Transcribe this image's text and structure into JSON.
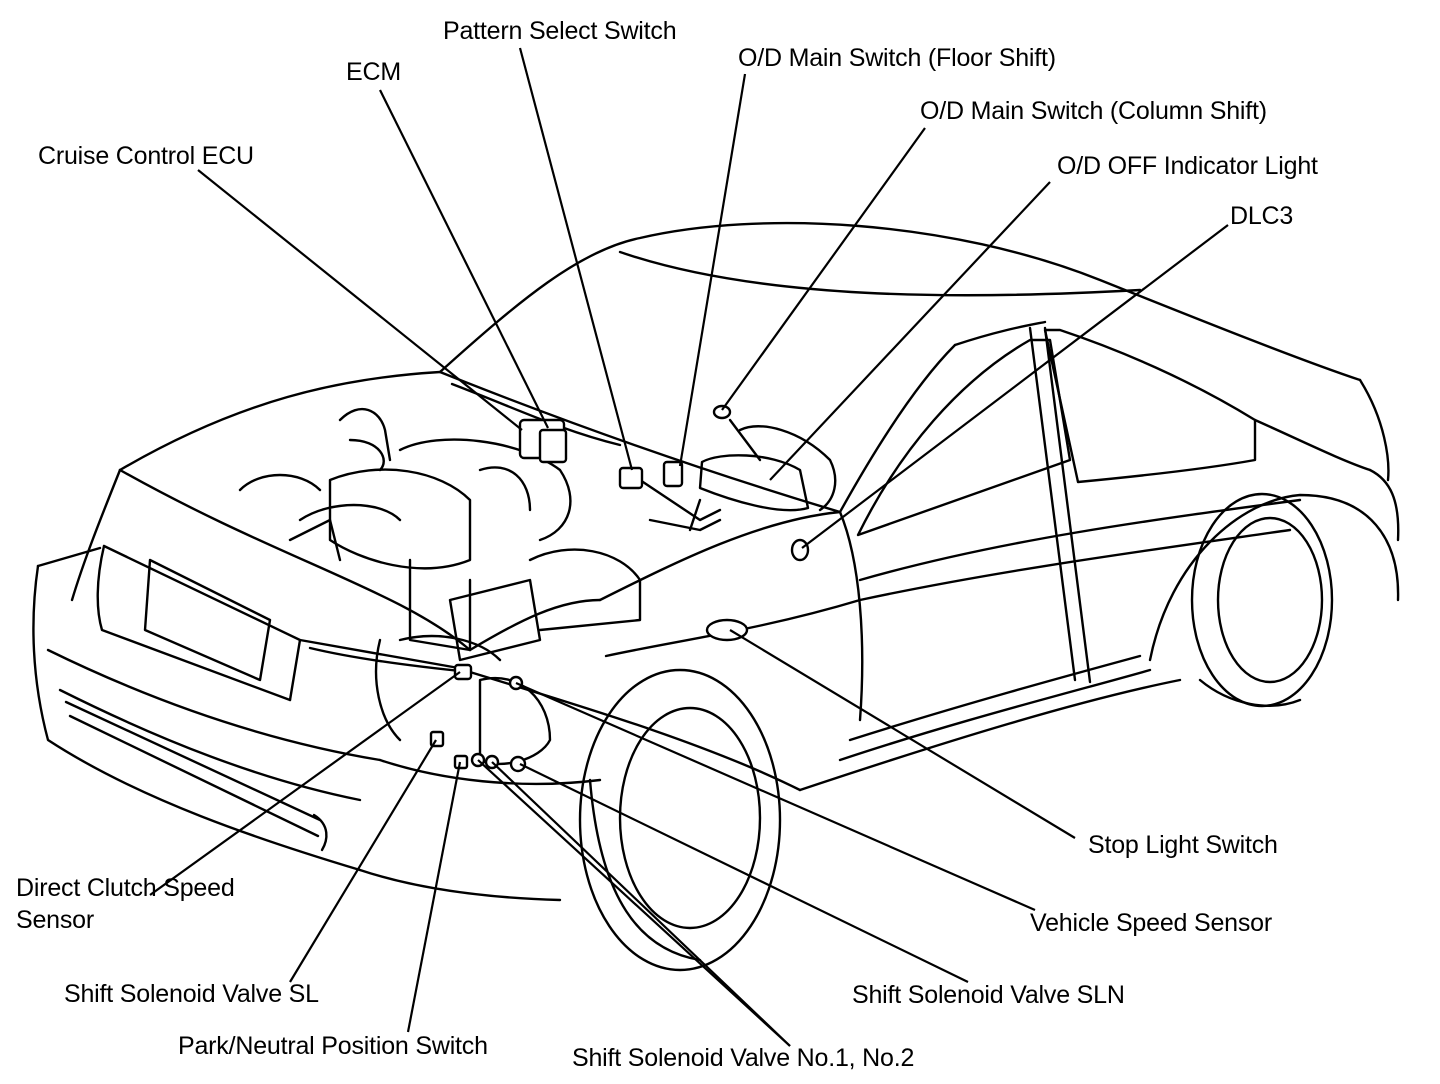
{
  "labels": {
    "pattern_select_switch": "Pattern Select Switch",
    "ecm": "ECM",
    "od_main_floor": "O/D Main Switch (Floor Shift)",
    "od_main_column": "O/D Main Switch (Column Shift)",
    "cruise_control_ecu": "Cruise Control ECU",
    "od_off_indicator": "O/D OFF Indicator Light",
    "dlc3": "DLC3",
    "stop_light_switch": "Stop Light Switch",
    "direct_clutch_line1": "Direct Clutch Speed",
    "direct_clutch_line2": "Sensor",
    "vehicle_speed_sensor": "Vehicle Speed Sensor",
    "shift_solenoid_sl": "Shift Solenoid Valve SL",
    "shift_solenoid_sln": "Shift Solenoid Valve SLN",
    "park_neutral": "Park/Neutral Position Switch",
    "shift_solenoid_no12": "Shift Solenoid Valve No.1, No.2"
  },
  "colors": {
    "ink": "#000000",
    "paper": "#ffffff"
  }
}
